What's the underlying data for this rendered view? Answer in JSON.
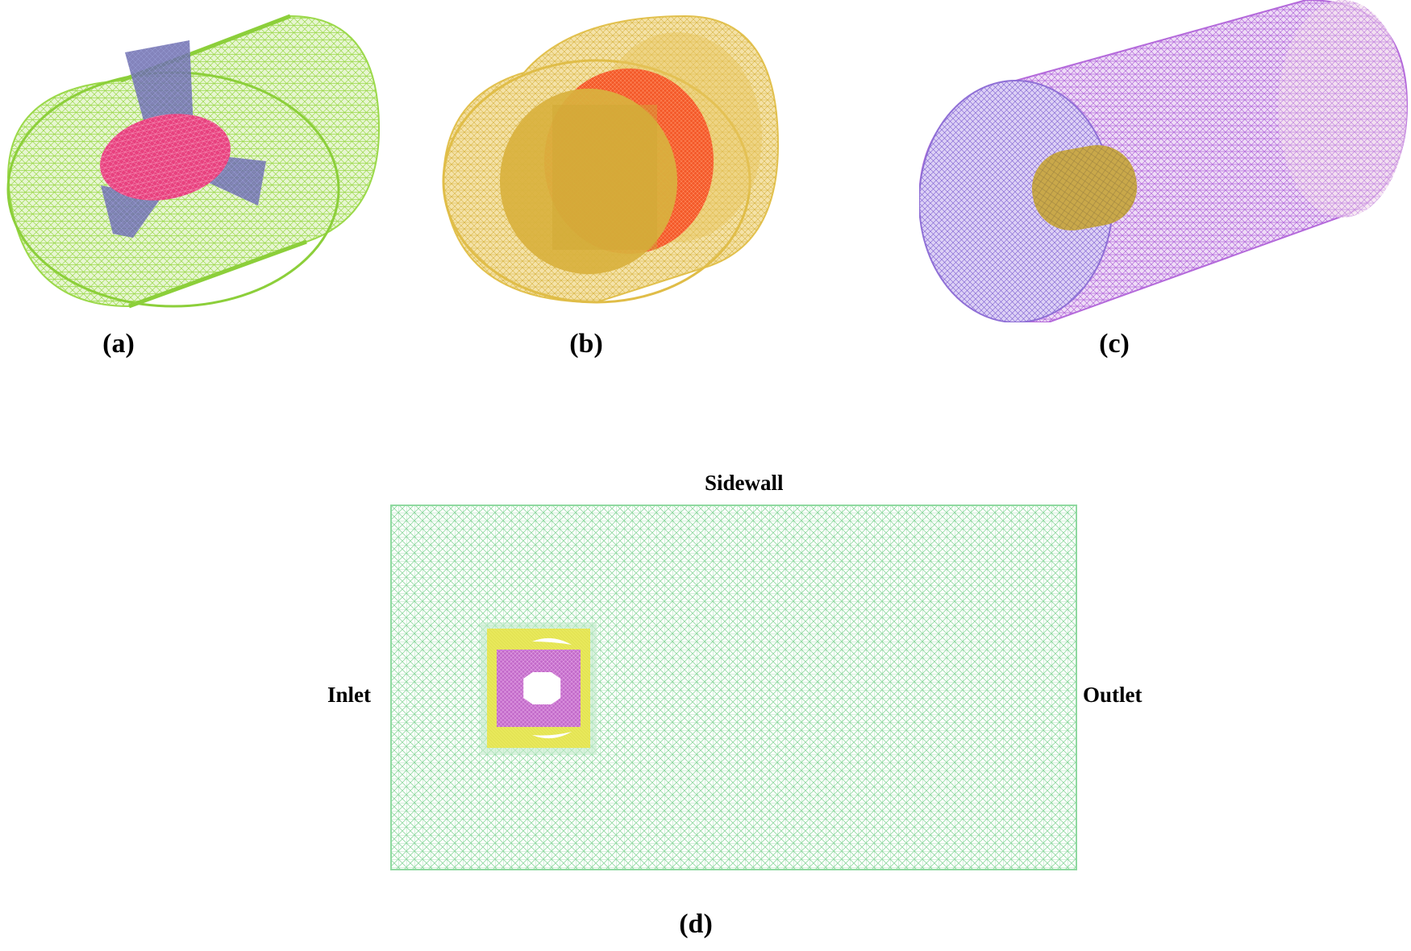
{
  "captions": {
    "a": "(a)",
    "b": "(b)",
    "c": "(c)",
    "d": "(d)"
  },
  "boundary_labels": {
    "top": "Sidewall",
    "left": "Inlet",
    "right": "Outlet"
  },
  "colors": {
    "panel_a_mesh": "#9BD94A",
    "panel_a_hub": "#E8407E",
    "panel_a_blades": "#6F6FB0",
    "panel_b_mesh": "#E3C24F",
    "panel_b_ring": "#F45A2A",
    "panel_b_inner": "#D9B13E",
    "panel_c_mesh": "#B46ADB",
    "panel_c_front": "#8F6FD6",
    "panel_c_core": "#C9A84A",
    "panel_d_mesh": "#8FD9A0",
    "panel_d_refine_zone": "#E8E85A",
    "panel_d_rotor_zone": "#C26AC9",
    "panel_d_hub": "#FFFFFF"
  }
}
